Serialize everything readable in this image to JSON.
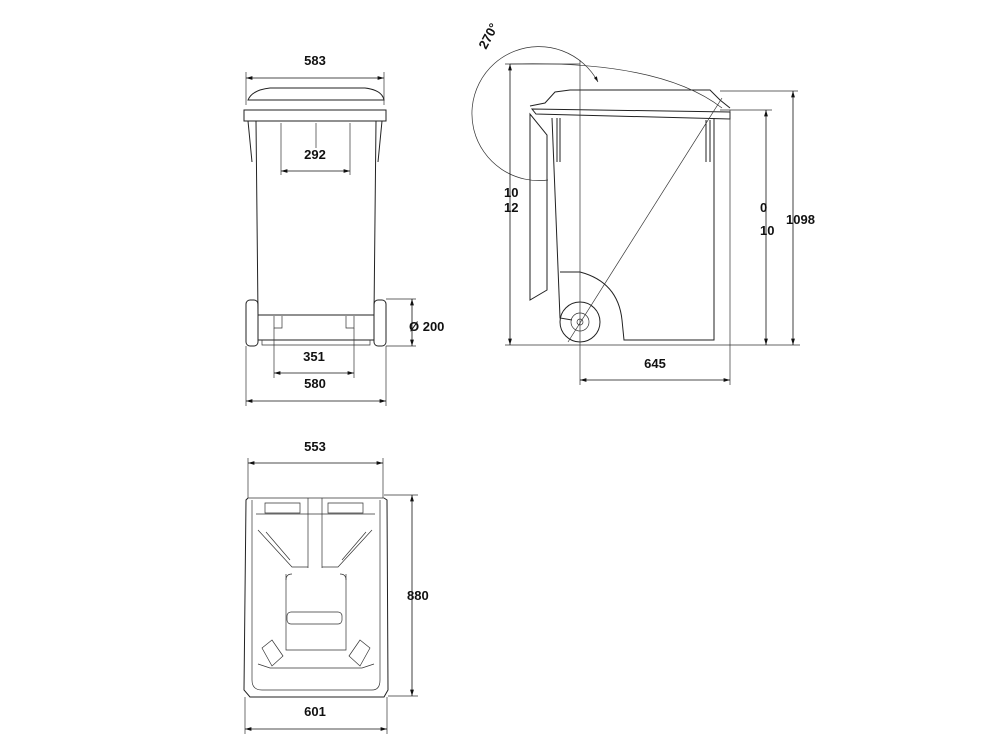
{
  "drawing": {
    "front_view": {
      "lid_width": "583",
      "handle_spacing": "292",
      "wheel_diameter": "Ø 200",
      "base_inner_width": "351",
      "wheel_track_width": "580"
    },
    "side_view": {
      "lid_angle": "270°",
      "open_height_top": "10",
      "open_height_bottom": "12",
      "rim_height_top": "0",
      "rim_height_bottom": "10",
      "overall_height": "1098",
      "depth": "645"
    },
    "bottom_view": {
      "top_width": "553",
      "length": "880",
      "bottom_width": "601"
    },
    "colors": {
      "line": "#222222",
      "background": "#ffffff"
    }
  }
}
